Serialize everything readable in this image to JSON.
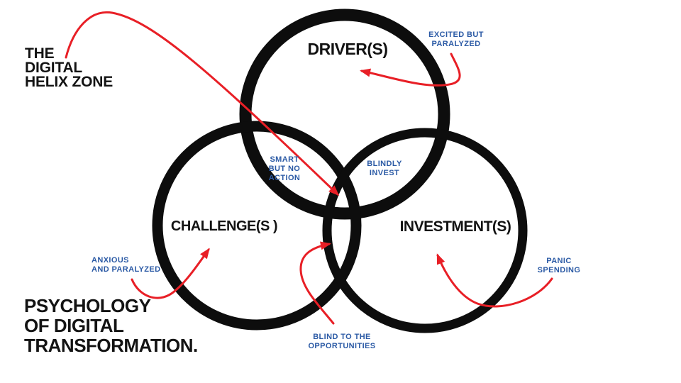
{
  "brand": "THE\nDIGITAL\nHELIX ZONE",
  "caption": "PSYCHOLOGY\nOF DIGITAL\nTRANSFORMATION.",
  "circles": {
    "drivers": "DRIVER(S)",
    "challenges": "CHALLENGE(S )",
    "investments": "INVESTMENT(S)"
  },
  "annotations": {
    "excited": "EXCITED BUT\nPARALYZED",
    "smart": "SMART\nBUT NO\nACTION",
    "blindly": "BLINDLY\nINVEST",
    "anxious": "ANXIOUS\nAND PARALYZED",
    "blind_opportunities": "BLIND TO THE\nOPPORTUNITIES",
    "panic": "PANIC\nSPENDING"
  },
  "colors": {
    "circle_stroke": "#0d0d0d",
    "arrow_red": "#e81f26",
    "annotation_blue": "#2b5aa5",
    "label_black": "#131313",
    "background": "#ffffff"
  }
}
